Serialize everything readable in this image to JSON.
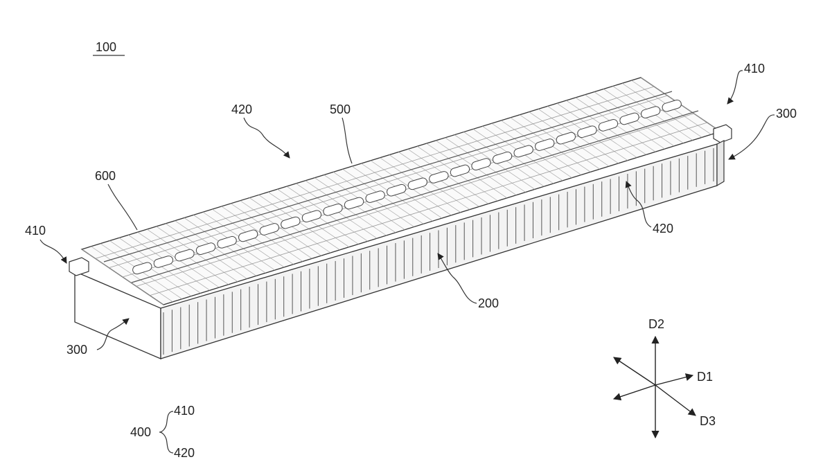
{
  "figure_label": "100",
  "references": {
    "r410_top": "410",
    "r300_right": "300",
    "r420_left": "420",
    "r500": "500",
    "r600": "600",
    "r410_left": "410",
    "r420_right": "420",
    "r200": "200",
    "r300_left": "300"
  },
  "legend": {
    "group": "400",
    "item_a": "410",
    "item_b": "420"
  },
  "axes": {
    "d1": "D1",
    "d2": "D2",
    "d3": "D3"
  }
}
